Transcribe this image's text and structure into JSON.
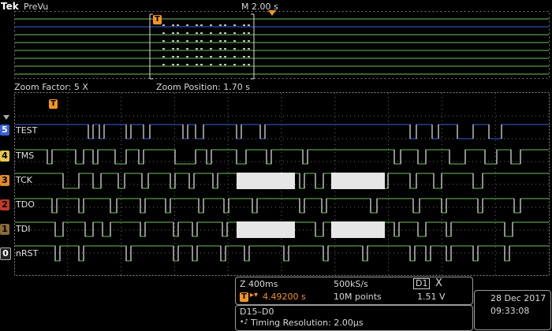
{
  "header": {
    "brand": "Tek",
    "mode": "PreVu",
    "timebase": "M 2.00 s"
  },
  "zoom": {
    "factor": "Zoom Factor: 5 X",
    "position": "Zoom Position: 1.70 s"
  },
  "trigger_marker": "T",
  "channels": [
    {
      "tag": "5",
      "label": "TEST",
      "color": "#3a5fd0"
    },
    {
      "tag": "4",
      "label": "TMS",
      "color": "#6ab04c"
    },
    {
      "tag": "3",
      "label": "TCK",
      "color": "#6ab04c"
    },
    {
      "tag": "2",
      "label": "TDO",
      "color": "#c0392b"
    },
    {
      "tag": "1",
      "label": "TDI",
      "color": "#b08a4a"
    },
    {
      "tag": "0",
      "label": "nRST",
      "color": "#6ab04c"
    }
  ],
  "status": {
    "zoom_scale": "Z 400ms",
    "sample_rate": "500kS/s",
    "trigger_source": "D1",
    "trigger_position": "4.49200 s",
    "record_length": "10M points",
    "threshold": "1.51 V",
    "bus": "D15–D0",
    "timing_resolution": "Timing Resolution: 2.00µs"
  },
  "clock": {
    "date": "28 Dec  2017",
    "time": "09:33:08"
  },
  "colors": {
    "accent": "#f7941d",
    "grid": "#6a6a6a",
    "trace_green": "#7fd06a",
    "trace_white": "#e8e8e8",
    "trace_blue": "#3a5fd0"
  }
}
